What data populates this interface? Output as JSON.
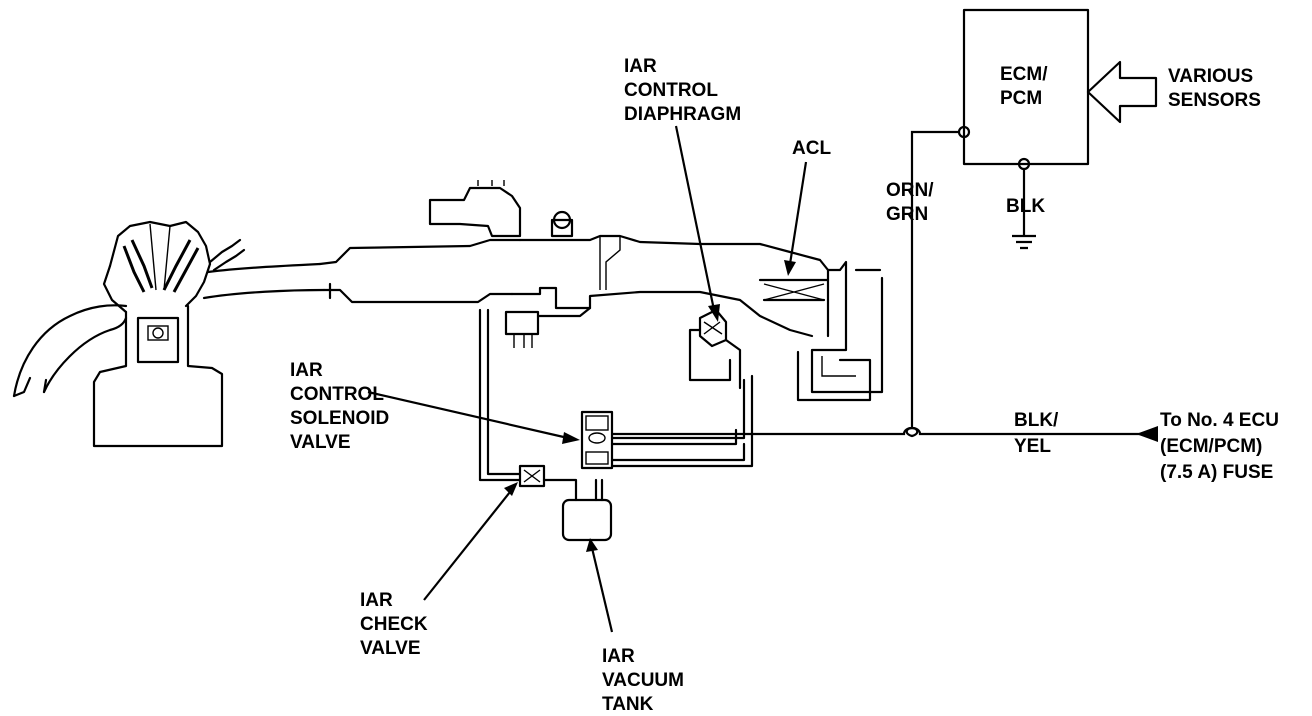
{
  "diagram": {
    "labels": {
      "iar_control_diaphragm": [
        "IAR",
        "CONTROL",
        "DIAPHRAGM"
      ],
      "acl": "ACL",
      "ecm_pcm": [
        "ECM/",
        "PCM"
      ],
      "various_sensors": [
        "VARIOUS",
        "SENSORS"
      ],
      "orn_grn": [
        "ORN/",
        "GRN"
      ],
      "blk": "BLK",
      "iar_control_solenoid_valve": [
        "IAR",
        "CONTROL",
        "SOLENOID",
        "VALVE"
      ],
      "blk_yel": [
        "BLK/",
        "YEL"
      ],
      "fuse": [
        "To No. 4 ECU",
        "(ECM/PCM)",
        "(7.5 A) FUSE"
      ],
      "iar_check_valve": [
        "IAR",
        "CHECK",
        "VALVE"
      ],
      "iar_vacuum_tank": [
        "IAR",
        "VACUUM",
        "TANK"
      ]
    }
  }
}
